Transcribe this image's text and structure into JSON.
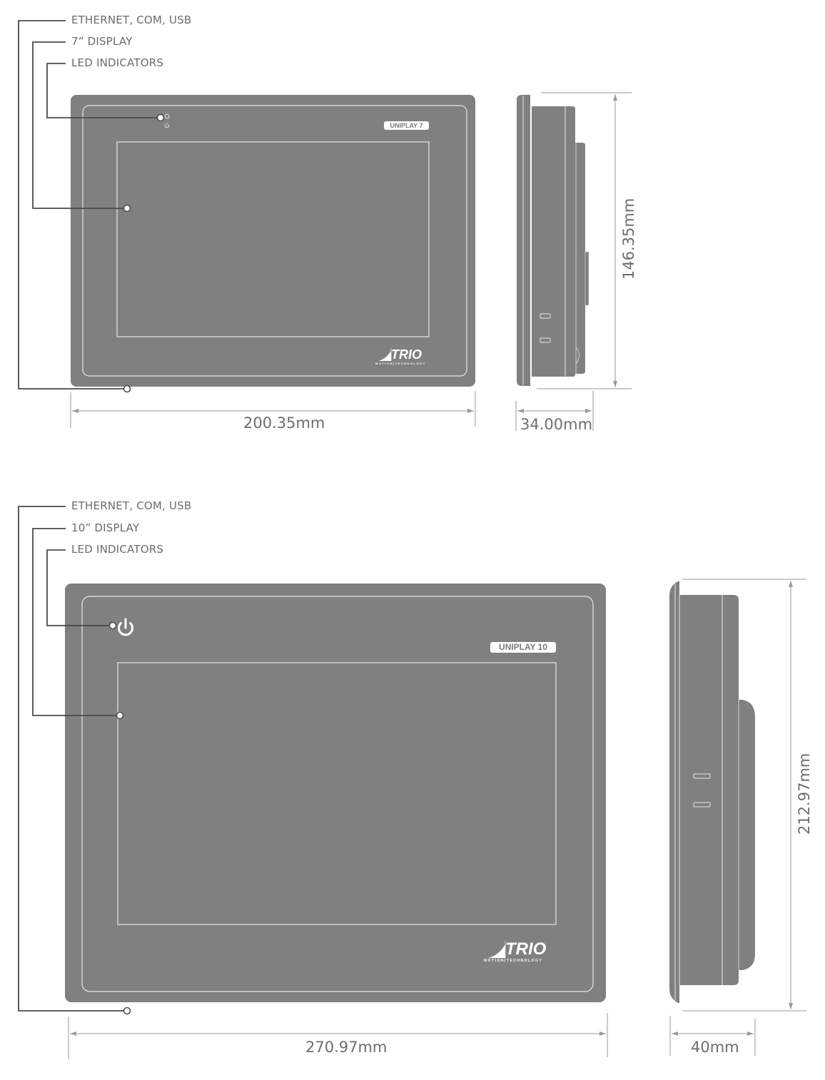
{
  "diagrams": [
    {
      "model": "UniPlay 7",
      "callouts": [
        {
          "id": "ports",
          "label": "ETHERNET, COM, USB"
        },
        {
          "id": "display",
          "label": "7” DISPLAY"
        },
        {
          "id": "leds",
          "label": "LED INDICATORS"
        }
      ],
      "front_badge": "UNIPLAY 7",
      "brand": {
        "name": "TRIO",
        "tagline": "MOTION|TECHNOLOGY"
      },
      "dimensions": {
        "width": "200.35mm",
        "height": "146.35mm",
        "depth": "34.00mm"
      }
    },
    {
      "model": "UniPlay 10",
      "callouts": [
        {
          "id": "ports",
          "label": "ETHERNET, COM, USB"
        },
        {
          "id": "display",
          "label": "10” DISPLAY"
        },
        {
          "id": "leds",
          "label": "LED INDICATORS"
        }
      ],
      "front_badge": "UNIPLAY 10",
      "brand": {
        "name": "TRIO",
        "tagline": "MOTION|TECHNOLOGY"
      },
      "dimensions": {
        "width": "270.97mm",
        "height": "212.97mm",
        "depth": "40mm"
      }
    }
  ],
  "icons": {
    "power": "power-icon",
    "led": "led-indicator-icon"
  },
  "colors": {
    "device_body": "#808080",
    "outline": "#e6e6e6",
    "leader_line": "#4a4a4a",
    "dim_line": "#9a9a9a",
    "text": "#6b6b6b"
  }
}
